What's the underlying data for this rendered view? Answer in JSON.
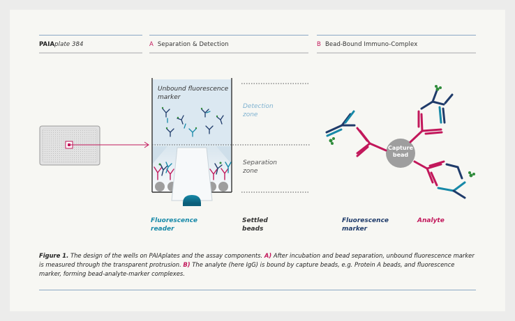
{
  "header": {
    "plate_prefix": "PAIA",
    "plate_suffix": "plate 384",
    "section_a_letter": "A",
    "section_a_title": "Separation & Detection",
    "section_b_letter": "B",
    "section_b_title": "Bead-Bound Immuno-Complex"
  },
  "well": {
    "unbound_line1": "Unbound fluorescence",
    "unbound_line2": "marker",
    "detection_line1": "Detection",
    "detection_line2": "zone",
    "separation_line1": "Separation",
    "separation_line2": "zone",
    "reader_line1": "Fluorescence",
    "reader_line2": "reader",
    "beads_line1": "Settled",
    "beads_line2": "beads"
  },
  "complex": {
    "bead_line1": "Capture",
    "bead_line2": "bead",
    "marker_line1": "Fluorescence",
    "marker_line2": "marker",
    "analyte_label": "Analyte"
  },
  "caption": {
    "fig_label": "Figure 1.",
    "text1": " The design of the wells on PAIAplates and the assay components. ",
    "a_tag": "A)",
    "text2": " After incubation and bead separation, unbound fluorescence marker is measured through the transparent protrusion. ",
    "b_tag": "B)",
    "text3": " The analyte (here IgG) is bound by capture beads, e.g. Protein A beads, and fluorescence marker, forming bead-analyte-marker complexes."
  },
  "colors": {
    "navy": "#1f3b6a",
    "teal": "#1789a8",
    "magenta": "#c2185b",
    "green": "#2e8b3a",
    "bead_gray": "#9e9e9e",
    "zone_blue": "#d6e6f0",
    "detection_text": "#7fb2d0"
  }
}
